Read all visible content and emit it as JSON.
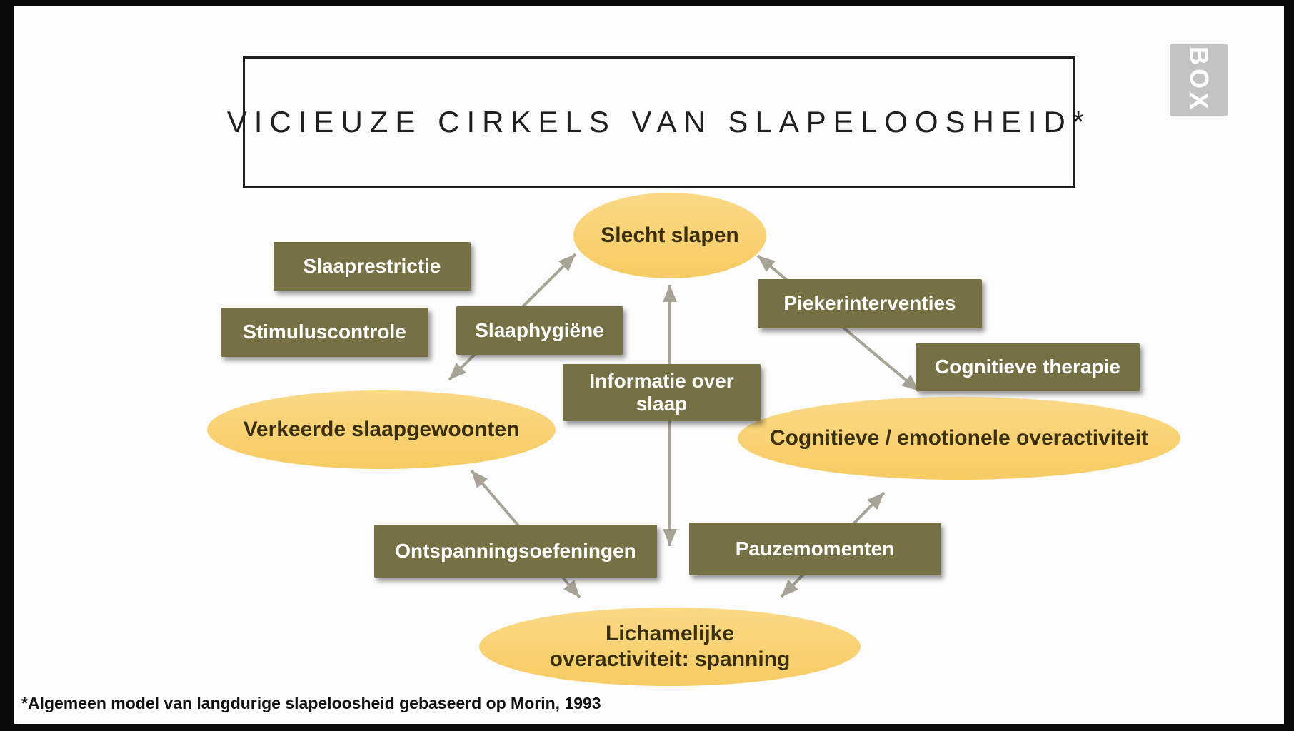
{
  "title": "VICIEUZE CIRKELS VAN SLAPELOOSHEID*",
  "logo_text": "BOX",
  "footnote": "*Algemeen model van langdurige slapeloosheid gebaseerd op Morin, 1993",
  "colors": {
    "node_fill": "#f8d170",
    "node_text": "#3a300d",
    "intervention_fill": "#767045",
    "intervention_text": "#ffffff",
    "arrow": "#a7a396",
    "slide_background": "#fcfcfc",
    "frame": "#0a0a0a"
  },
  "nodes": [
    {
      "id": "slecht-slapen",
      "label": "Slecht slapen"
    },
    {
      "id": "verkeerde-slaapgewoonten",
      "label": "Verkeerde slaapgewoonten"
    },
    {
      "id": "cognitieve-emotionele-overactiviteit",
      "label": "Cognitieve / emotionele overactiviteit"
    },
    {
      "id": "lichamelijke-overactiviteit-spanning",
      "line1": "Lichamelijke",
      "line2": "overactiviteit: spanning"
    }
  ],
  "interventions": [
    {
      "id": "slaaprestrictie",
      "label": "Slaaprestrictie"
    },
    {
      "id": "stimuluscontrole",
      "label": "Stimuluscontrole"
    },
    {
      "id": "slaaphygiene",
      "label": "Slaaphygiëne"
    },
    {
      "id": "piekerinterventies",
      "label": "Piekerinterventies"
    },
    {
      "id": "cognitieve-therapie",
      "label": "Cognitieve therapie"
    },
    {
      "id": "informatie-over-slaap",
      "line1": "Informatie over",
      "line2": "slaap"
    },
    {
      "id": "ontspanningsoefeningen",
      "label": "Ontspanningsoefeningen"
    },
    {
      "id": "pauzemomenten",
      "label": "Pauzemomenten"
    }
  ],
  "edges": [
    {
      "from": "Slecht slapen",
      "to": "Verkeerde slaapgewoonten",
      "style": "double-arrow"
    },
    {
      "from": "Slecht slapen",
      "to": "Lichamelijke overactiviteit: spanning",
      "style": "double-arrow"
    },
    {
      "from": "Slecht slapen",
      "to": "Cognitieve / emotionele overactiviteit",
      "style": "double-arrow"
    },
    {
      "from": "Verkeerde slaapgewoonten",
      "to": "Lichamelijke overactiviteit: spanning",
      "style": "double-arrow"
    },
    {
      "from": "Cognitieve / emotionele overactiviteit",
      "to": "Lichamelijke overactiviteit: spanning",
      "style": "double-arrow"
    }
  ]
}
